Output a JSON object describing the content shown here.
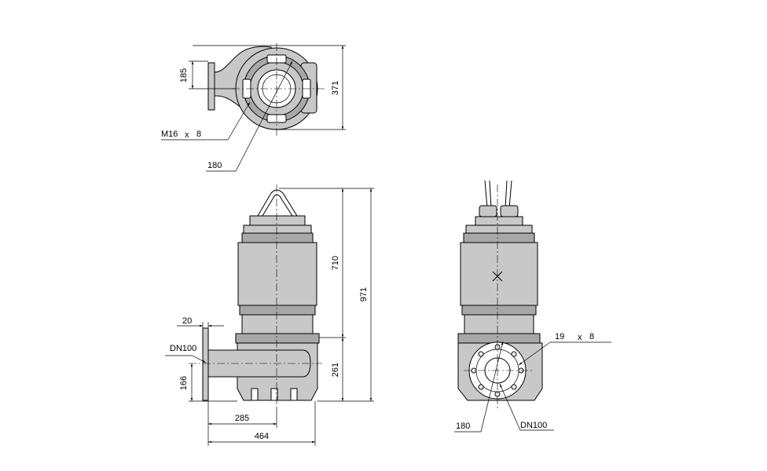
{
  "top_view": {
    "dim_flange_height": "185",
    "dim_total_height": "371",
    "bolt_label": "M16",
    "bolt_x": "x",
    "bolt_count": "8",
    "pcd_label": "180"
  },
  "front_view": {
    "dim_motor_height": "710",
    "dim_total_height": "971",
    "dim_flange_thickness": "20",
    "outlet_label": "DN100",
    "dim_outlet_height": "166",
    "dim_base_height": "261",
    "dim_outlet_offset": "285",
    "dim_total_width": "464"
  },
  "side_view": {
    "hole_label": "19",
    "hole_x": "x",
    "hole_count": "8",
    "pcd_label": "180",
    "outlet_label": "DN100"
  },
  "colors": {
    "line": "#000000",
    "fill": "#c8c8c8",
    "fill_dark": "#a8a8a8",
    "background": "#ffffff"
  }
}
